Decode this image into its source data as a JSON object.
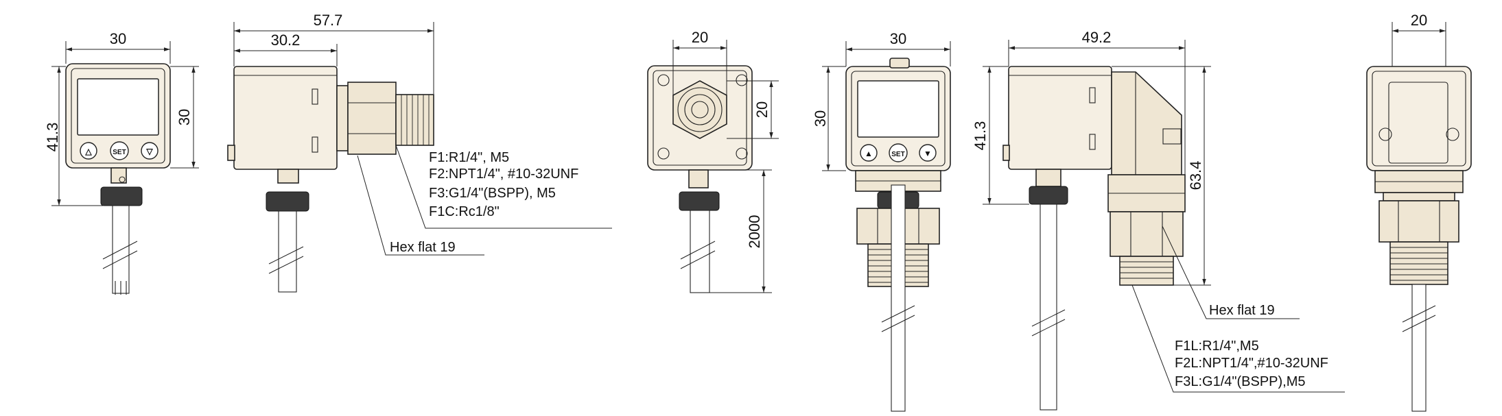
{
  "views": {
    "front": {
      "width": "30",
      "height": "41.3",
      "body_height": "30"
    },
    "side": {
      "overall": "57.7",
      "body_len": "30.2"
    },
    "rear": {
      "width": "20",
      "height": "20",
      "cable": "2000"
    },
    "front_l": {
      "width": "30",
      "body_height": "30"
    },
    "side_l": {
      "length": "49.2",
      "height": "41.3",
      "overall": "63.4"
    },
    "rear_l": {
      "width": "20"
    }
  },
  "buttons": {
    "up": "△",
    "set": "SET",
    "down": "▽",
    "up_l": "▲",
    "down_l": "▼"
  },
  "notes": {
    "straight": [
      "F1:R1/4\", M5",
      "F2:NPT1/4\", #10-32UNF",
      "F3:G1/4\"(BSPP), M5",
      "F1C:Rc1/8\""
    ],
    "hex_straight": "Hex flat 19",
    "hex_l": "Hex flat 19",
    "l_type": [
      "F1L:R1/4\",M5",
      "F2L:NPT1/4\",#10-32UNF",
      "F3L:G1/4\"(BSPP),M5"
    ]
  }
}
